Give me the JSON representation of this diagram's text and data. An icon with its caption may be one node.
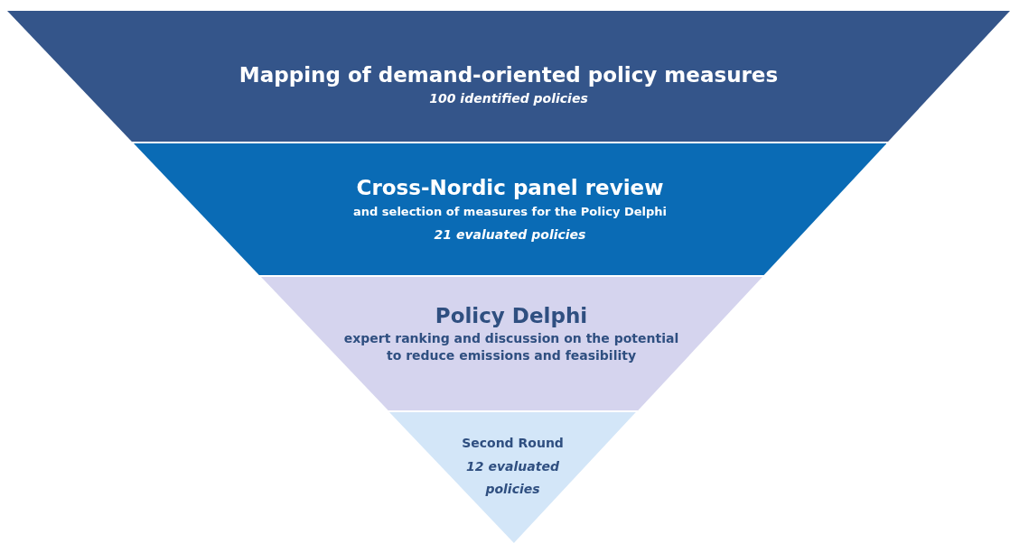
{
  "diagram": {
    "nodes": [
      {
        "text": [
          "Mapping of demand-oriented policy measures",
          "100 identified policies"
        ]
      },
      {
        "text": [
          "Cross-Nordic panel review",
          "and selection of measures for the Policy Delphi",
          "21 evaluated policies"
        ]
      },
      {
        "text": [
          "Policy Delphi",
          "expert ranking and discussion on the potential to reduce emissions and feasibility"
        ]
      },
      {
        "text": [
          "Second Round",
          "12 evaluated policies"
        ]
      }
    ],
    "edges": []
  }
}
